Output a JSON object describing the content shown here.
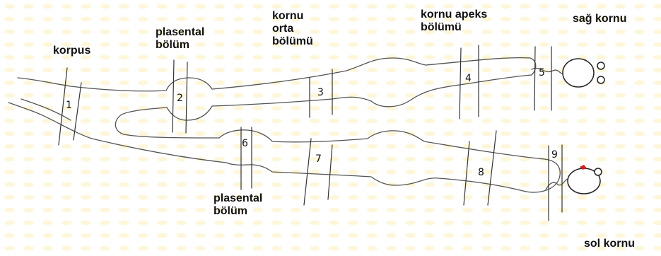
{
  "labels": {
    "korpus": "korpus",
    "plasental_top": "plasental\nbölüm",
    "kornu_orta": "kornu\norta\nbölümü",
    "kornu_apeks": "kornu apeks\nbölümü",
    "sag_kornu": "sağ kornu",
    "plasental_bottom": "plasental\nbölüm",
    "sol_kornu": "sol kornu"
  },
  "sections": [
    "1",
    "2",
    "3",
    "4",
    "5",
    "6",
    "7",
    "8",
    "9"
  ],
  "colors": {
    "outline": "#555555",
    "cut_lines": "#333333",
    "text": "#111111",
    "ovary_marker": "#d02020",
    "background_pattern": "#fdf6d8"
  }
}
